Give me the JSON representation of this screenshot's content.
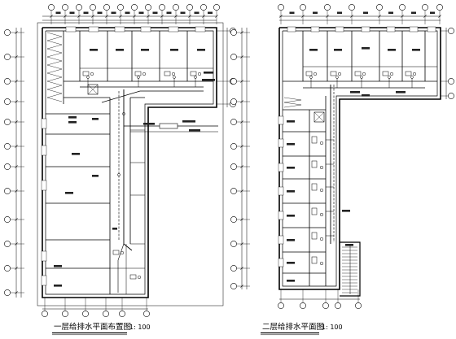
{
  "drawings": [
    {
      "title": "一层给排水平面布置图",
      "scale": "1: 100"
    },
    {
      "title": "二层给排水平面图",
      "scale": "1: 100"
    }
  ],
  "colors": {
    "line": "#000000",
    "background": "#ffffff"
  }
}
